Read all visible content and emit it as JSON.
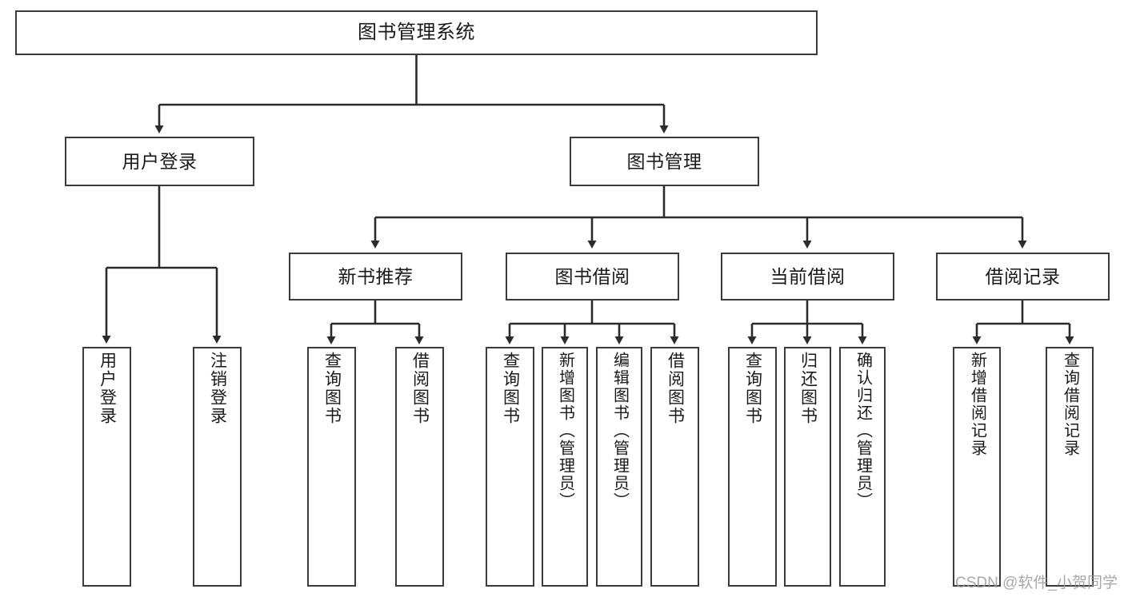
{
  "diagram": {
    "type": "tree",
    "title": "图书管理系统",
    "colors": {
      "box_border": "#3b3b3b",
      "box_fill": "#ffffff",
      "connector": "#2b2b2b",
      "text": "#1a1a1a",
      "watermark": "#9a9a9a",
      "background": "#ffffff"
    },
    "levels": 4
  },
  "root": {
    "label": "图书管理系统"
  },
  "level2": [
    {
      "label": "用户登录"
    },
    {
      "label": "图书管理"
    }
  ],
  "level3": [
    {
      "label": "新书推荐"
    },
    {
      "label": "图书借阅"
    },
    {
      "label": "当前借阅"
    },
    {
      "label": "借阅记录"
    }
  ],
  "leaves": {
    "user_login": [
      {
        "label": "用户登录"
      },
      {
        "label": "注销登录"
      }
    ],
    "new_book_recommend": [
      {
        "label": "查询图书"
      },
      {
        "label": "借阅图书"
      }
    ],
    "book_borrow": [
      {
        "label": "查询图书"
      },
      {
        "label": "新增图书（管理员）"
      },
      {
        "label": "编辑图书（管理员）"
      },
      {
        "label": "借阅图书"
      }
    ],
    "current_borrow": [
      {
        "label": "查询图书"
      },
      {
        "label": "归还图书"
      },
      {
        "label": "确认归还（管理员）"
      }
    ],
    "borrow_record": [
      {
        "label": "新增借阅记录"
      },
      {
        "label": "查询借阅记录"
      }
    ]
  },
  "watermark": {
    "text": "CSDN @软件_小贺同学"
  }
}
